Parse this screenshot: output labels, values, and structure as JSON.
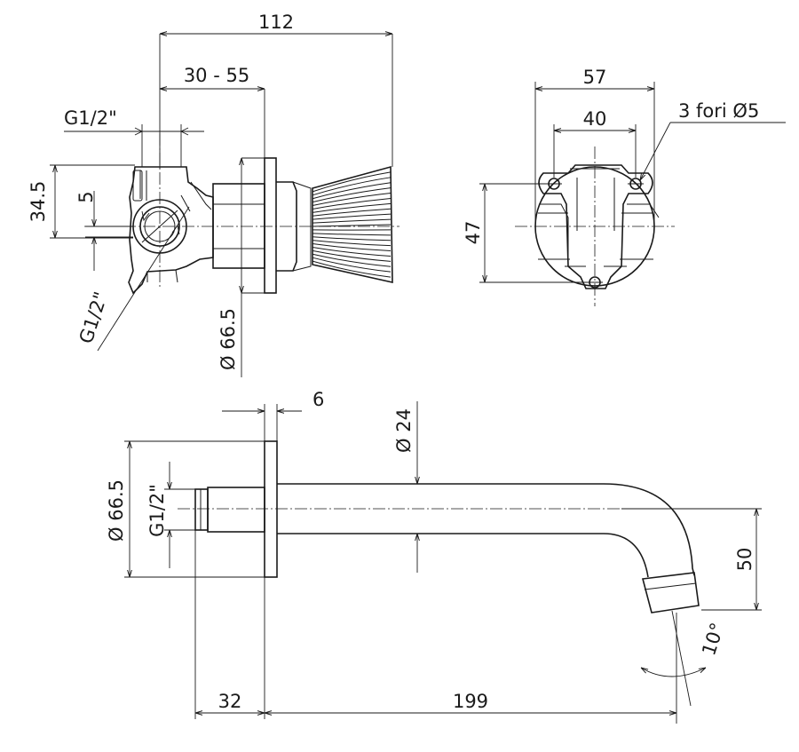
{
  "colors": {
    "ink": "#1a1a1a",
    "paper": "#ffffff"
  },
  "dimensions": {
    "overall_length": "112",
    "wall_range": "30 - 55",
    "thread_top": "G1/2\"",
    "height_34_5": "34.5",
    "offset_5": "5",
    "thread_side": "G1/2\"",
    "rosette_diam_top": "Ø 66.5",
    "width_57": "57",
    "width_40": "40",
    "holes": "3 fori Ø5",
    "height_47": "47",
    "flange_6": "6",
    "spout_diam": "Ø 24",
    "rosette_diam_bottom": "Ø 66.5",
    "thread_bottom": "G1/2\"",
    "drop_50": "50",
    "angle_10": "10°",
    "length_32": "32",
    "length_199": "199"
  }
}
